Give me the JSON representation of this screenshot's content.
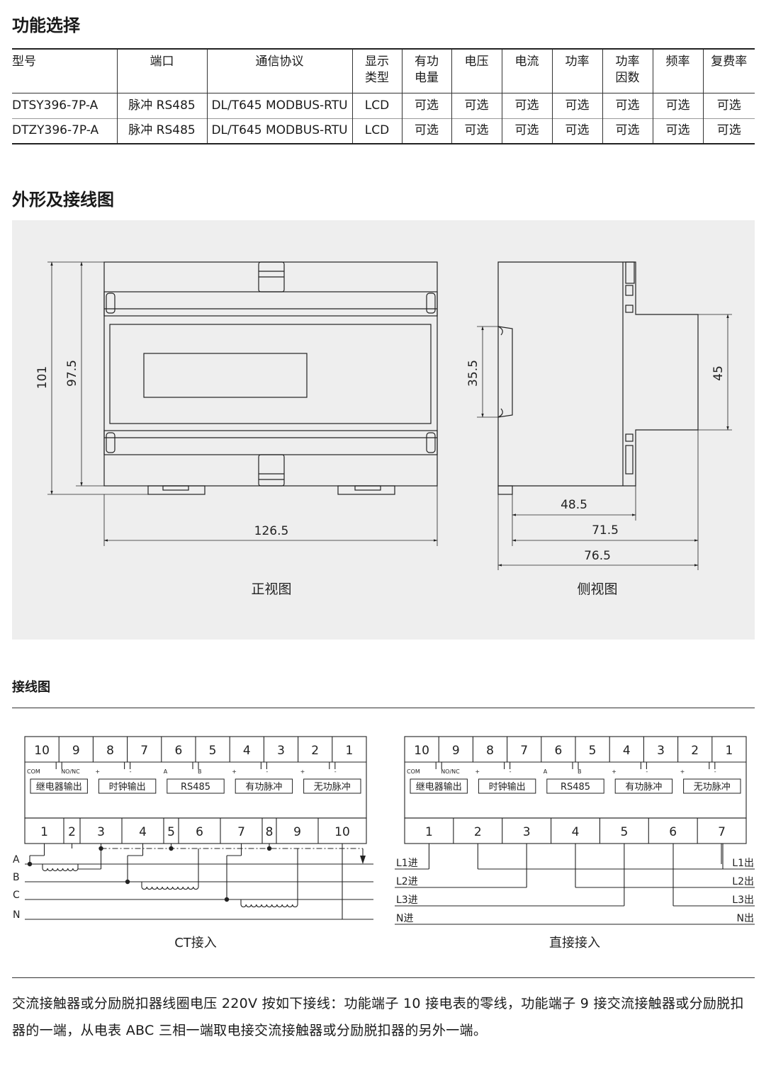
{
  "sections": {
    "function_title": "功能选择",
    "outline_title": "外形及接线图",
    "wiring_title": "接线图"
  },
  "table": {
    "headers": [
      "型号",
      "端口",
      "通信协议",
      "显示\n类型",
      "有功\n电量",
      "电压",
      "电流",
      "功率",
      "功率\n因数",
      "频率",
      "复费率"
    ],
    "rows": [
      [
        "DTSY396-7P-A",
        "脉冲 RS485",
        "DL/T645 MODBUS-RTU",
        "LCD",
        "可选",
        "可选",
        "可选",
        "可选",
        "可选",
        "可选",
        "可选"
      ],
      [
        "DTZY396-7P-A",
        "脉冲 RS485",
        "DL/T645 MODBUS-RTU",
        "LCD",
        "可选",
        "可选",
        "可选",
        "可选",
        "可选",
        "可选",
        "可选"
      ]
    ]
  },
  "outline": {
    "front_caption": "正视图",
    "side_caption": "侧视图",
    "dims": {
      "front_height_outer": "101",
      "front_height_inner": "97.5",
      "front_width": "126.5",
      "side_rail": "35.5",
      "side_step": "45",
      "side_depth_1": "48.5",
      "side_depth_2": "71.5",
      "side_depth_3": "76.5"
    }
  },
  "wiring": {
    "top_terminals": [
      "10",
      "9",
      "8",
      "7",
      "6",
      "5",
      "4",
      "3",
      "2",
      "1"
    ],
    "small_marks": [
      "COM",
      "NO/NC",
      "+",
      "-",
      "A",
      "B",
      "+",
      "-",
      "+",
      "-"
    ],
    "function_labels": [
      "继电器输出",
      "时钟输出",
      "RS485",
      "有功脉冲",
      "无功脉冲"
    ],
    "ct": {
      "caption": "CT接入",
      "bottom_terminals": [
        "1",
        "2",
        "3",
        "4",
        "5",
        "6",
        "7",
        "8",
        "9",
        "10"
      ],
      "phases": [
        "A",
        "B",
        "C",
        "N"
      ]
    },
    "direct": {
      "caption": "直接接入",
      "bottom_terminals": [
        "1",
        "2",
        "3",
        "4",
        "5",
        "6",
        "7"
      ],
      "left_labels": [
        "L1进",
        "L2进",
        "L3进",
        "N进"
      ],
      "right_labels": [
        "L1出",
        "L2出",
        "L3出",
        "N出"
      ]
    }
  },
  "note": "交流接触器或分励脱扣器线圈电压 220V 按如下接线：功能端子 10 接电表的零线，功能端子 9 接交流接触器或分励脱扣器的一端，从电表 ABC 三相一端取电接交流接触器或分励脱扣器的另外一端。"
}
